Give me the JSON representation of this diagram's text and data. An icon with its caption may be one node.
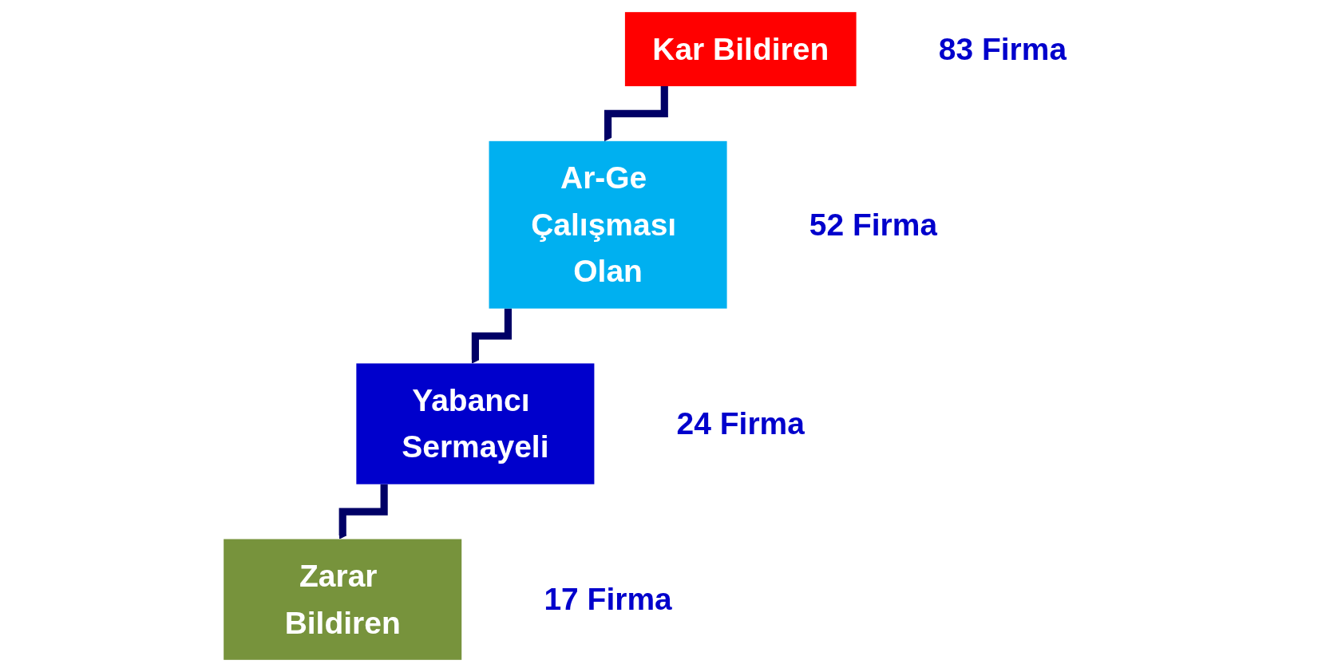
{
  "diagram": {
    "nodes": [
      {
        "text": [
          "Kar Bildiren"
        ],
        "beside": [
          "83 Firma"
        ]
      },
      {
        "text": [
          "Ar-Ge Çalışması Olan"
        ],
        "beside": [
          "52 Firma"
        ]
      },
      {
        "text": [
          "Yabancı Sermayeli"
        ],
        "beside": [
          "24 Firma"
        ]
      },
      {
        "text": [
          "Zarar Bildiren"
        ],
        "beside": [
          "17 Firma"
        ]
      }
    ],
    "edges": [
      {
        "from": 0,
        "to": 1,
        "arrow": "to"
      },
      {
        "from": 1,
        "to": 2,
        "arrow": "to"
      },
      {
        "from": 2,
        "to": 3,
        "arrow": "to"
      }
    ]
  }
}
